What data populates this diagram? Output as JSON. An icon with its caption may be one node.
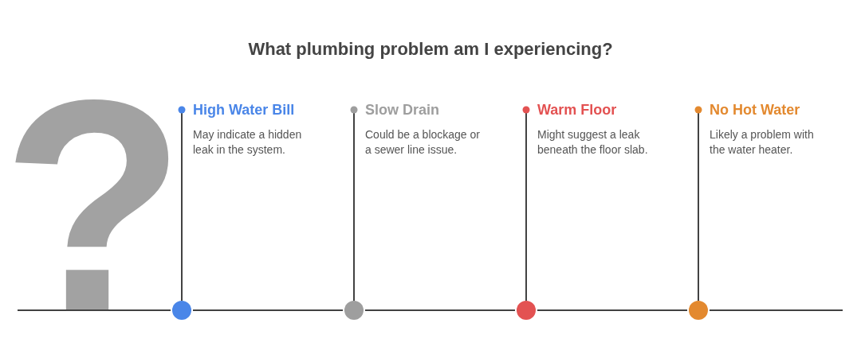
{
  "diagram": {
    "title": "What plumbing problem am I experiencing?",
    "nodes": [
      {
        "text": [
          "High Water Bill",
          "May indicate a hidden leak in the system."
        ]
      },
      {
        "text": [
          "Slow Drain",
          "Could be a blockage or a sewer line issue."
        ]
      },
      {
        "text": [
          "Warm Floor",
          "Might suggest a leak beneath the floor slab."
        ]
      },
      {
        "text": [
          "No Hot Water",
          "Likely a problem with the water heater."
        ]
      },
      {
        "text": [],
        "shape": "circle"
      },
      {
        "text": [],
        "shape": "circle"
      },
      {
        "text": [],
        "shape": "circle"
      },
      {
        "text": [],
        "shape": "circle"
      }
    ],
    "edges": [
      {
        "from": 4,
        "to": 0,
        "arrow": "other"
      },
      {
        "from": 5,
        "to": 1,
        "arrow": "other"
      },
      {
        "from": 6,
        "to": 2,
        "arrow": "other"
      },
      {
        "from": 7,
        "to": 3,
        "arrow": "other"
      }
    ],
    "labels": [
      "?"
    ]
  }
}
